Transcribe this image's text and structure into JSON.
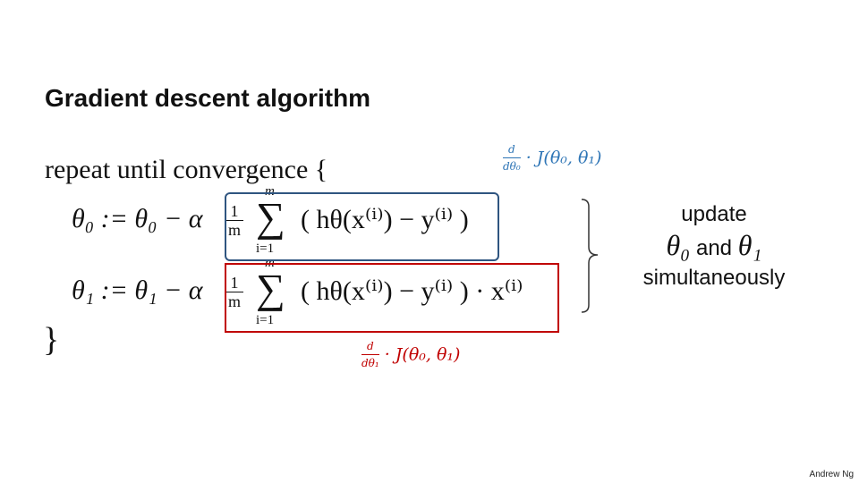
{
  "slide": {
    "title": "Gradient descent algorithm",
    "repeat_text": "repeat until convergence {",
    "close_brace": "}",
    "footer": "Andrew Ng"
  },
  "equation_theta0": {
    "lhs": "θ₀ := θ₀ − α",
    "frac_num": "1",
    "frac_den": "m",
    "sum_top": "m",
    "sum_bottom": "i=1",
    "body": "( hθ(x⁽ⁱ⁾) − y⁽ⁱ⁾ )"
  },
  "equation_theta1": {
    "lhs": "θ₁ := θ₁ − α",
    "frac_num": "1",
    "frac_den": "m",
    "sum_top": "m",
    "sum_bottom": "i=1",
    "body": "( hθ(x⁽ⁱ⁾) − y⁽ⁱ⁾ ) · x⁽ⁱ⁾"
  },
  "annotation_theta0": {
    "d_num": "d",
    "d_den": "dθ₀",
    "rest": "· J(θ₀, θ₁)",
    "color": "#2e75b6"
  },
  "annotation_theta1": {
    "d_num": "d",
    "d_den": "dθ₁",
    "rest": "· J(θ₀, θ₁)",
    "color": "#c00000"
  },
  "update_note": {
    "line1": "update",
    "theta_a": "θ₀",
    "and": "and",
    "theta_b": "θ₁",
    "line3": "simultaneously"
  },
  "colors": {
    "box_theta0": "#2f5580",
    "box_theta1": "#c00000"
  }
}
